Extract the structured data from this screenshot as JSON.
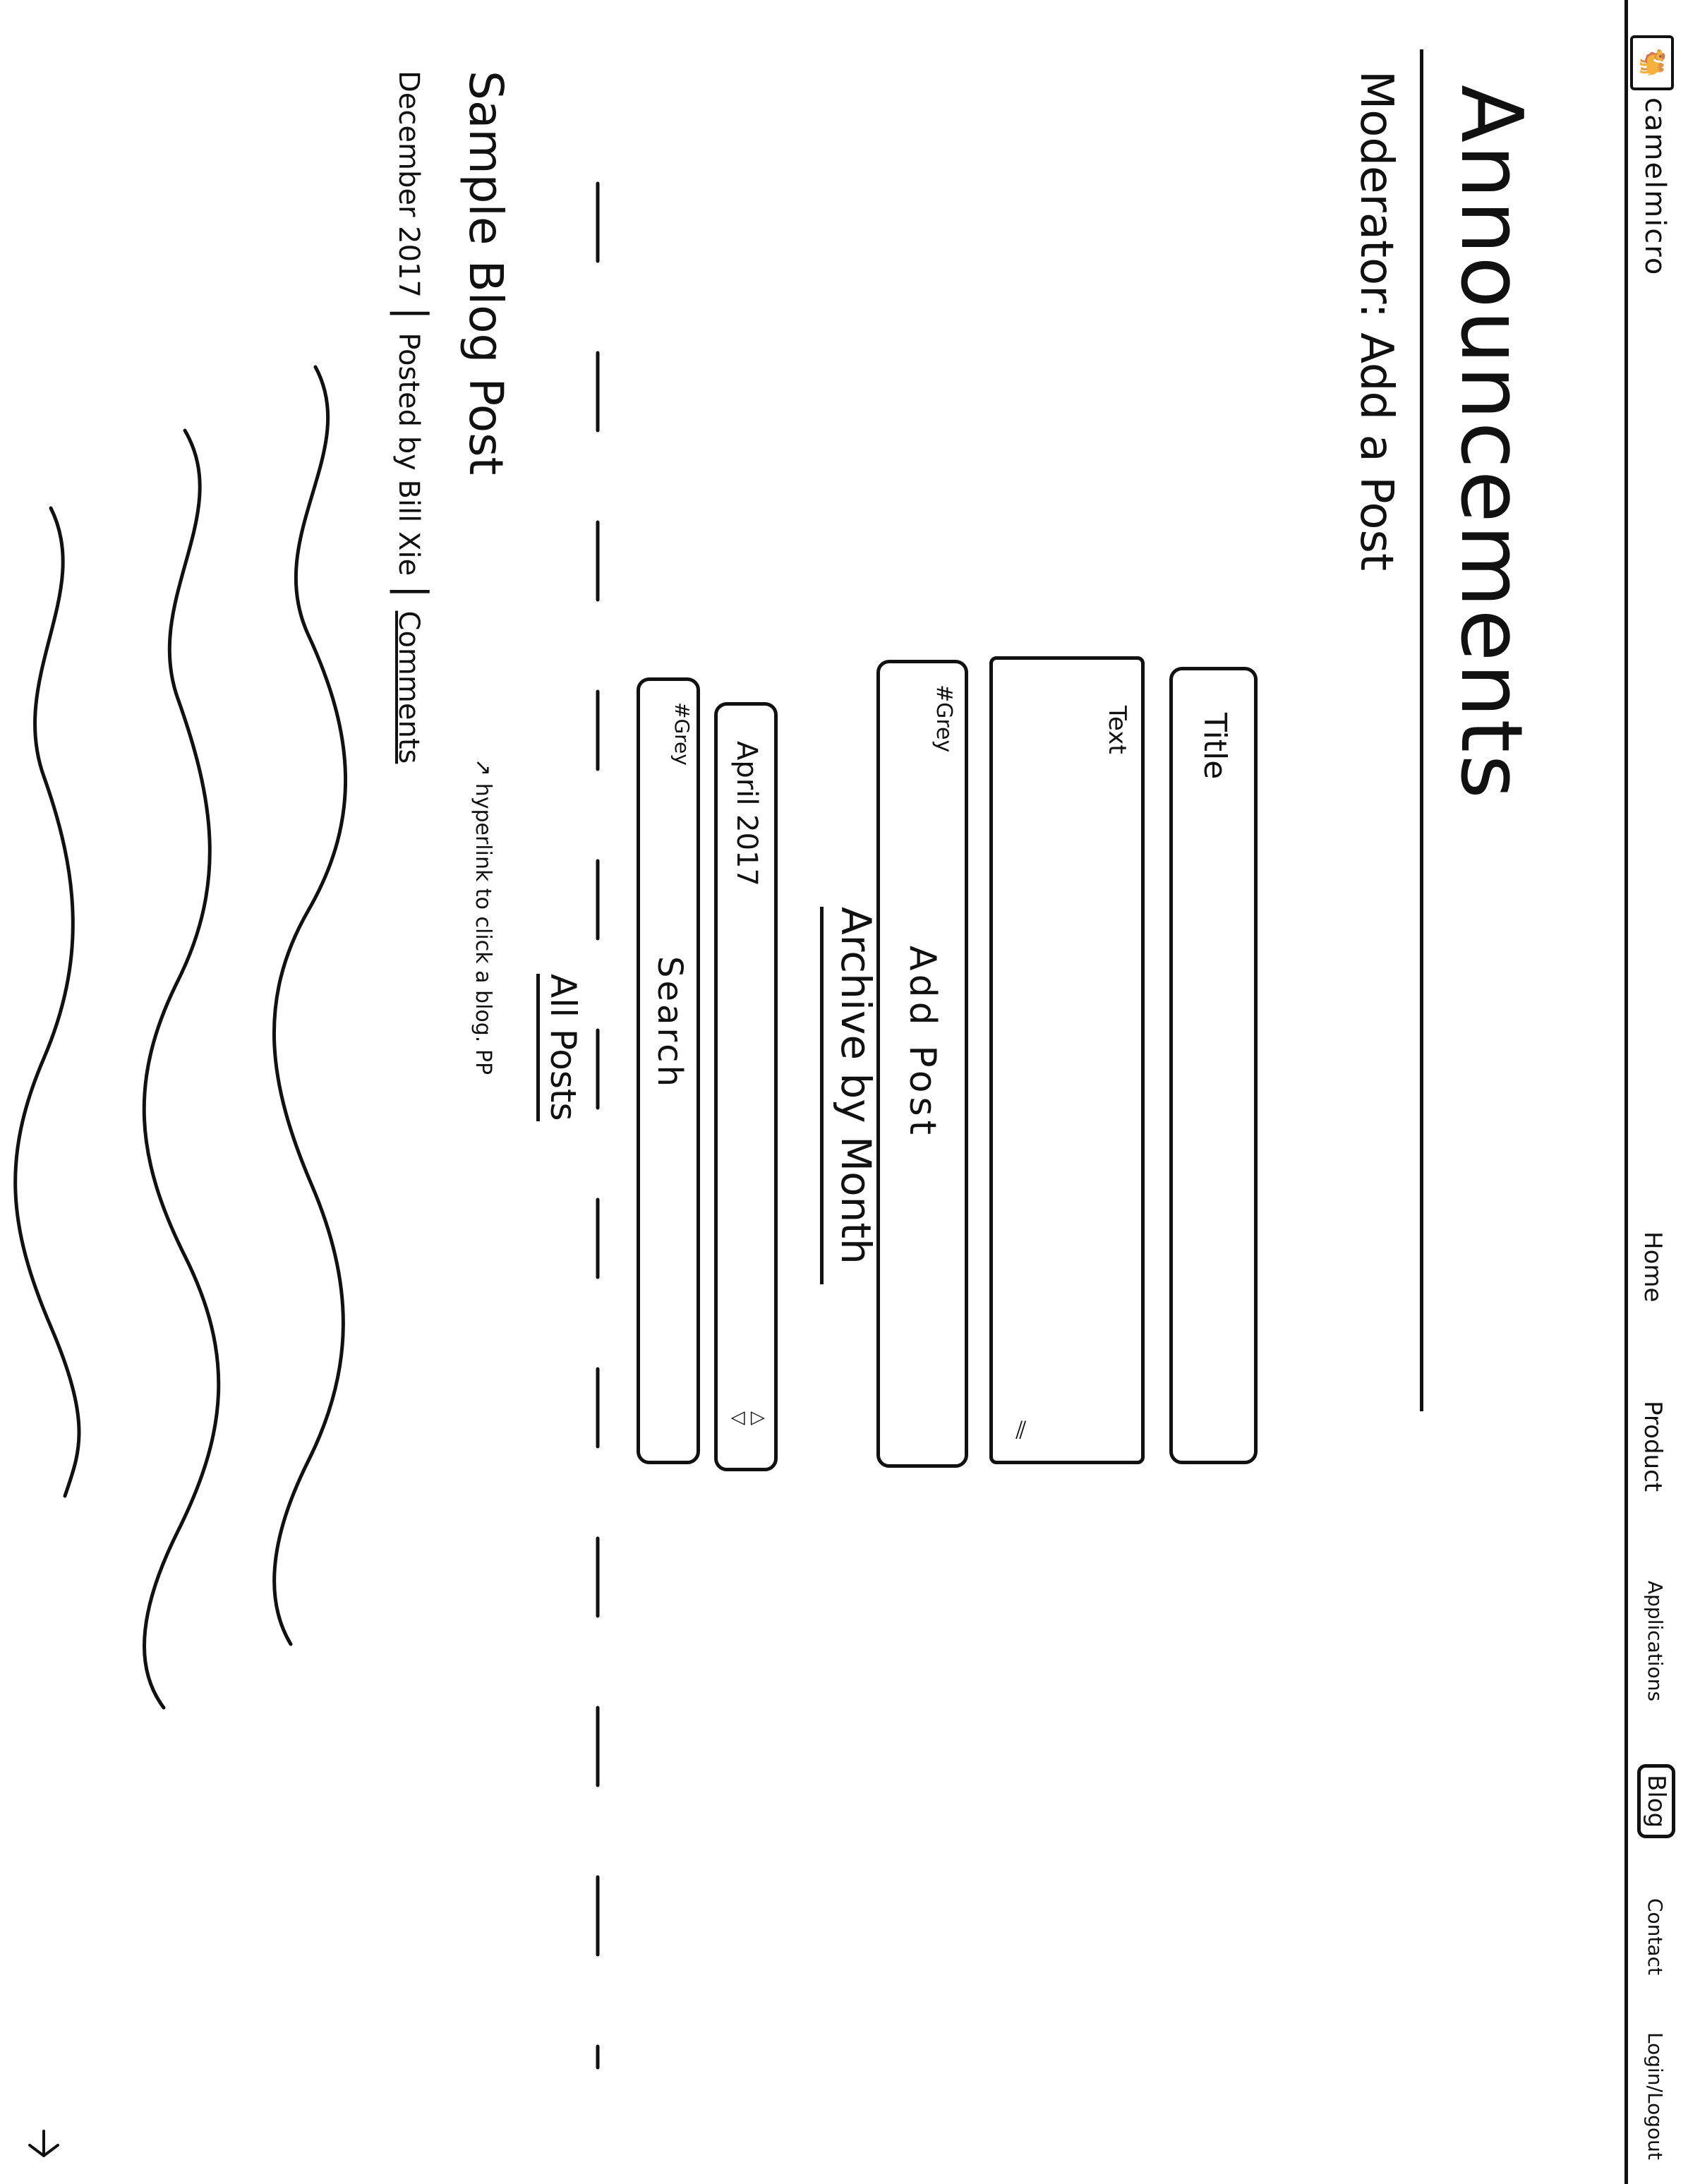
{
  "header": {
    "logo_text": "camelmicro",
    "nav": [
      "Home",
      "Product",
      "Applications",
      "Blog",
      "Contact",
      "Login/Logout"
    ],
    "active_nav": "Blog"
  },
  "page": {
    "title": "Announcements",
    "moderator_heading": "Moderator: Add a Post"
  },
  "add_post_form": {
    "title_placeholder": "Title",
    "text_placeholder": "Text",
    "button_hint": "#Grey",
    "button_label": "Add Post"
  },
  "sidebar": {
    "archive_heading": "Archive by Month",
    "archive_select_value": "April 2017",
    "search_hint": "#Grey",
    "search_label": "Search",
    "all_posts_link": "All Posts"
  },
  "blog_post": {
    "title": "Sample Blog Post",
    "meta_date": "December 2017",
    "meta_author": "Posted by Bill Xie",
    "comments_link": "Comments",
    "annotation": "hyperlink to click a blog. PP"
  }
}
